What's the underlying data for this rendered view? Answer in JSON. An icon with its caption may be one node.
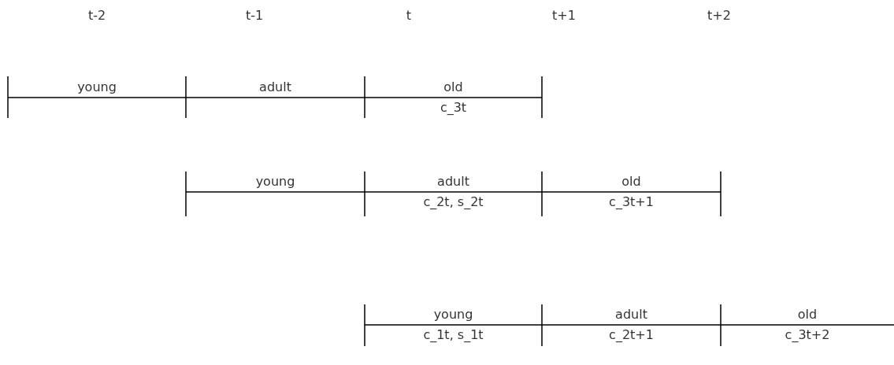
{
  "diagram": {
    "labels": [
      "t-2",
      "t-1",
      "t",
      "t+1",
      "t+2",
      "young",
      "adult",
      "old",
      "c_3t",
      "young",
      "adult",
      "old",
      "c_2t, s_2t",
      "c_3t+1",
      "young",
      "adult",
      "old",
      "c_1t, s_1t",
      "c_2t+1",
      "c_3t+2"
    ]
  }
}
